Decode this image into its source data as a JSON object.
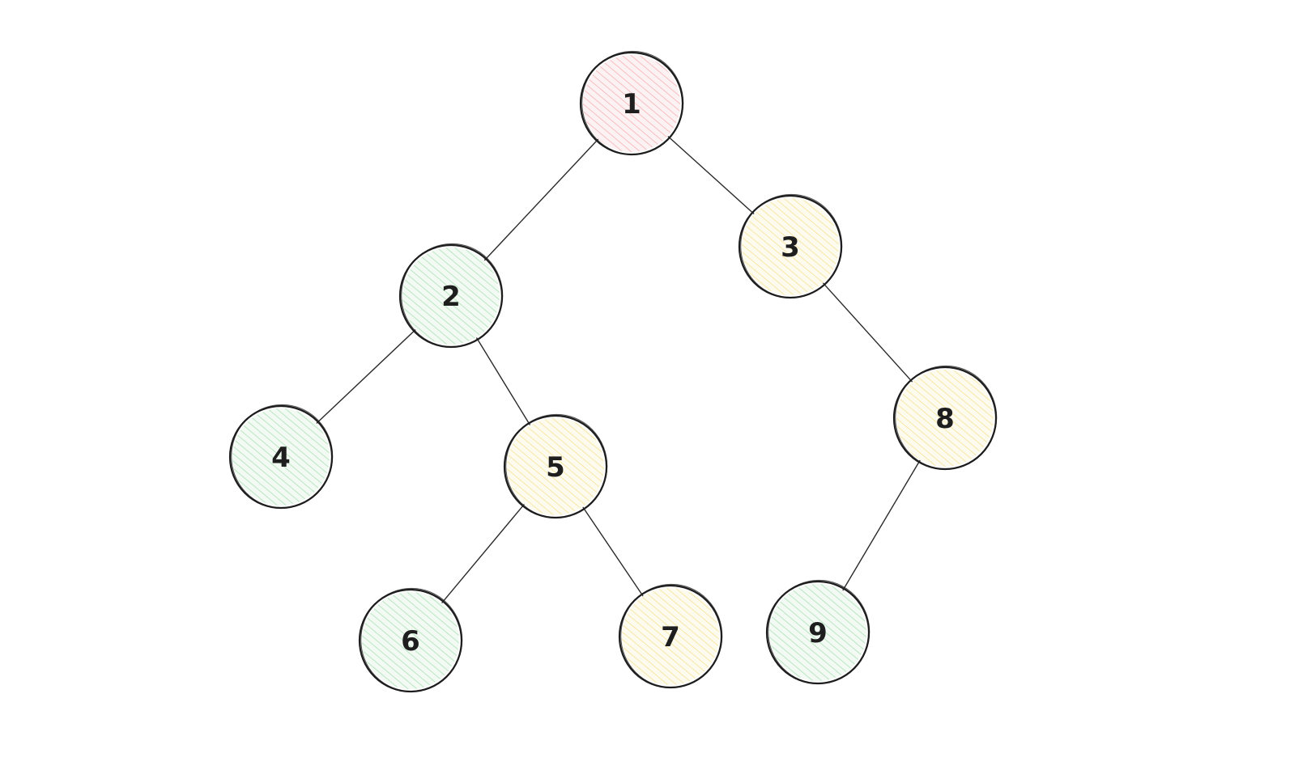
{
  "tree": {
    "nodes": [
      {
        "id": "1",
        "label": "1",
        "color": "pink"
      },
      {
        "id": "2",
        "label": "2",
        "color": "green"
      },
      {
        "id": "3",
        "label": "3",
        "color": "yellow"
      },
      {
        "id": "4",
        "label": "4",
        "color": "green"
      },
      {
        "id": "5",
        "label": "5",
        "color": "yellow"
      },
      {
        "id": "6",
        "label": "6",
        "color": "green"
      },
      {
        "id": "7",
        "label": "7",
        "color": "yellow"
      },
      {
        "id": "8",
        "label": "8",
        "color": "yellow"
      },
      {
        "id": "9",
        "label": "9",
        "color": "green"
      }
    ],
    "edges": [
      {
        "from": "1",
        "to": "2"
      },
      {
        "from": "1",
        "to": "3"
      },
      {
        "from": "2",
        "to": "4"
      },
      {
        "from": "2",
        "to": "5"
      },
      {
        "from": "5",
        "to": "6"
      },
      {
        "from": "5",
        "to": "7"
      },
      {
        "from": "3",
        "to": "8"
      },
      {
        "from": "8",
        "to": "9"
      }
    ]
  },
  "colors": {
    "pink": "#f29a9f",
    "green": "#93d9a0",
    "yellow": "#f2dc77",
    "stroke": "#1e1e1e"
  }
}
